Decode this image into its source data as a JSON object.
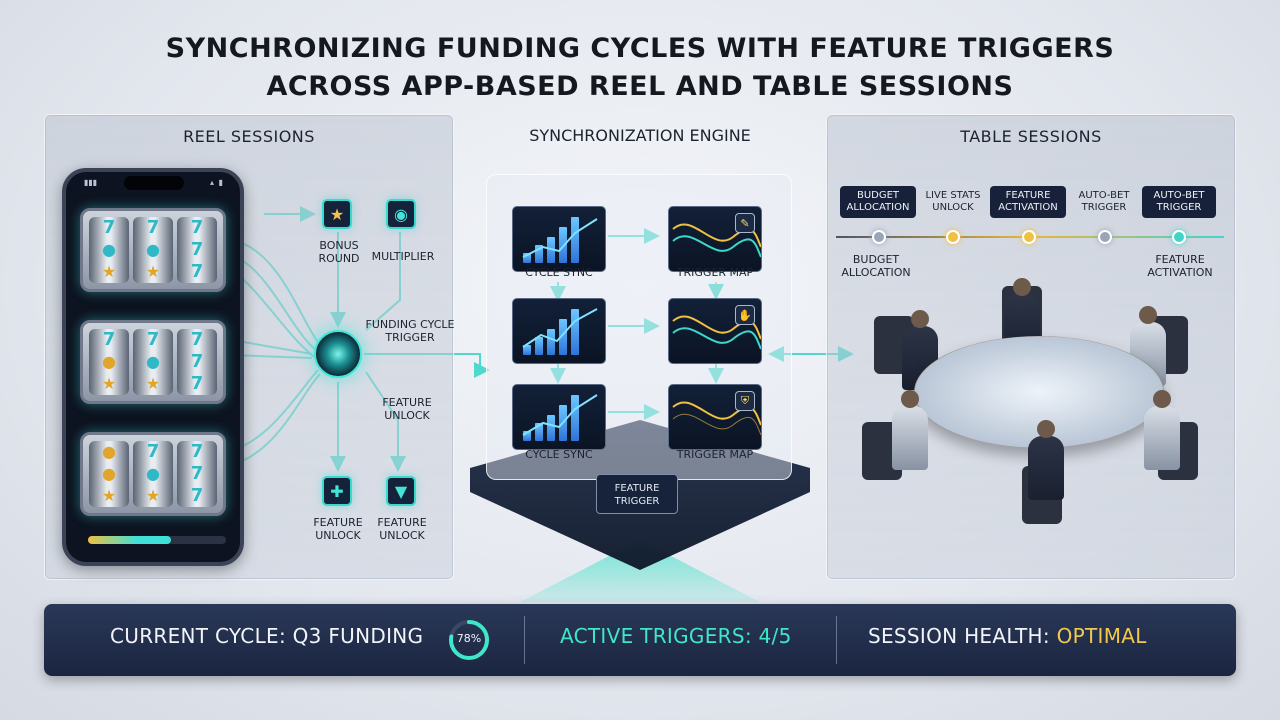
{
  "title": {
    "line1": "Synchronizing Funding Cycles with Feature Triggers",
    "line2": "Across App-Based Reel and Table Sessions"
  },
  "reel_sessions": {
    "title": "Reel Sessions",
    "nodes": [
      {
        "label": "Bonus Round",
        "icon": "star-icon"
      },
      {
        "label": "Multiplier",
        "icon": "coin-stack-icon"
      },
      {
        "label": "Funding Cycle Trigger",
        "icon": "target-hub-icon"
      },
      {
        "label": "Feature Unlock",
        "icon": ""
      },
      {
        "label": "Feature Unlock",
        "icon": "plus-shield-icon"
      },
      {
        "label": "Feature Unlock",
        "icon": "v-badge-icon"
      }
    ],
    "phone_progress": 0.6
  },
  "engine": {
    "title": "Synchronization Engine",
    "cards": [
      {
        "label": "Cycle Sync",
        "type": "bar-chart"
      },
      {
        "label": "Trigger Map",
        "type": "wave-chart",
        "icon": "gesture-icon"
      },
      {
        "label": "",
        "type": "bar-chart"
      },
      {
        "label": "",
        "type": "wave-chart",
        "icon": "hand-icon"
      },
      {
        "label": "Cycle Sync",
        "type": "bar-chart"
      },
      {
        "label": "Trigger Map",
        "type": "wave-chart",
        "icon": "shield-icon"
      }
    ],
    "feature_trigger": "Feature Trigger"
  },
  "table_sessions": {
    "title": "Table Sessions",
    "chips": [
      {
        "label": "Budget Allocation",
        "dark": true
      },
      {
        "label": "Live Stats Unlock",
        "dark": false
      },
      {
        "label": "Feature Activation",
        "dark": true
      },
      {
        "label": "Auto-Bet Trigger",
        "dark": false
      },
      {
        "label": "Auto-Bet Trigger",
        "dark": true
      }
    ],
    "timeline_labels": [
      "Budget Allocation",
      "Feature Activation"
    ],
    "dot_colors": [
      "#9aa6b8",
      "#f0c040",
      "#f0c040",
      "#9aa6b8",
      "#3fd6c8"
    ]
  },
  "status": {
    "cycle_label": "Current Cycle: Q3 Funding",
    "cycle_percent_text": "78%",
    "cycle_percent": 78,
    "triggers_label": "Active Triggers: 4/5",
    "health_label": "Session Health: ",
    "health_value": "Optimal"
  },
  "colors": {
    "accent_teal": "#3fe6c8",
    "accent_gold": "#f2c94c",
    "navy": "#1a2540"
  }
}
